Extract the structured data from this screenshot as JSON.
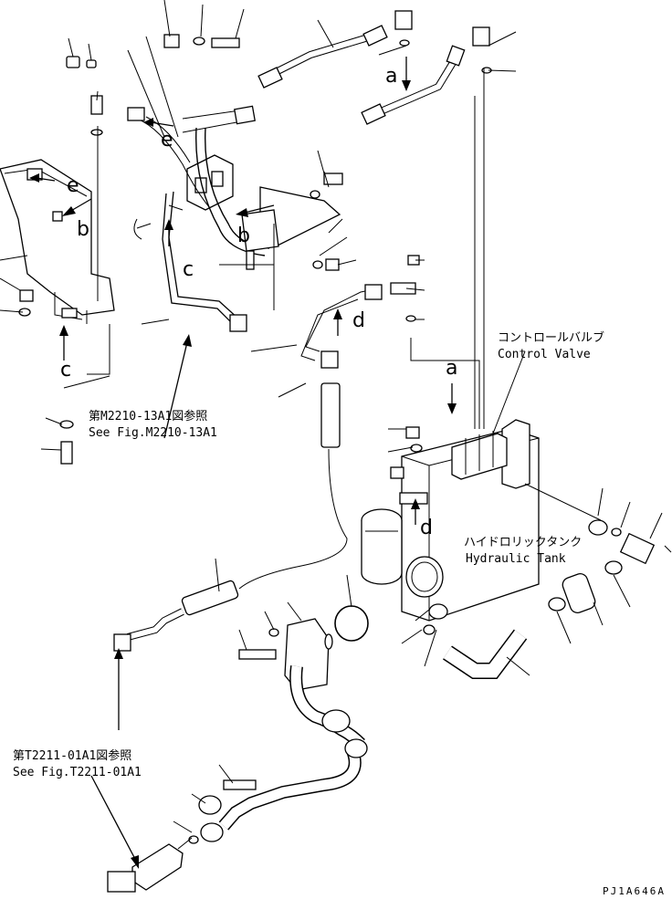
{
  "callouts": {
    "control_valve_ja": "コントロールバルブ",
    "control_valve_en": "Control Valve",
    "hydraulic_tank_ja": "ハイドロリックタンク",
    "hydraulic_tank_en": "Hydraulic Tank",
    "ref_m2210_ja": "第M2210-13A1図参照",
    "ref_m2210_en": "See Fig.M2210-13A1",
    "ref_t2211_ja": "第T2211-01A1図参照",
    "ref_t2211_en": "See Fig.T2211-01A1"
  },
  "connection_letters": {
    "a_top": "a",
    "a_mid": "a",
    "b_bracket": "b",
    "b_pipe": "b",
    "c_bracket": "c",
    "c_pipe": "c",
    "d_top": "d",
    "d_tank": "d",
    "e_bracket": "e",
    "e_pipe": "e"
  },
  "drawing_code": "PJ1A646A"
}
